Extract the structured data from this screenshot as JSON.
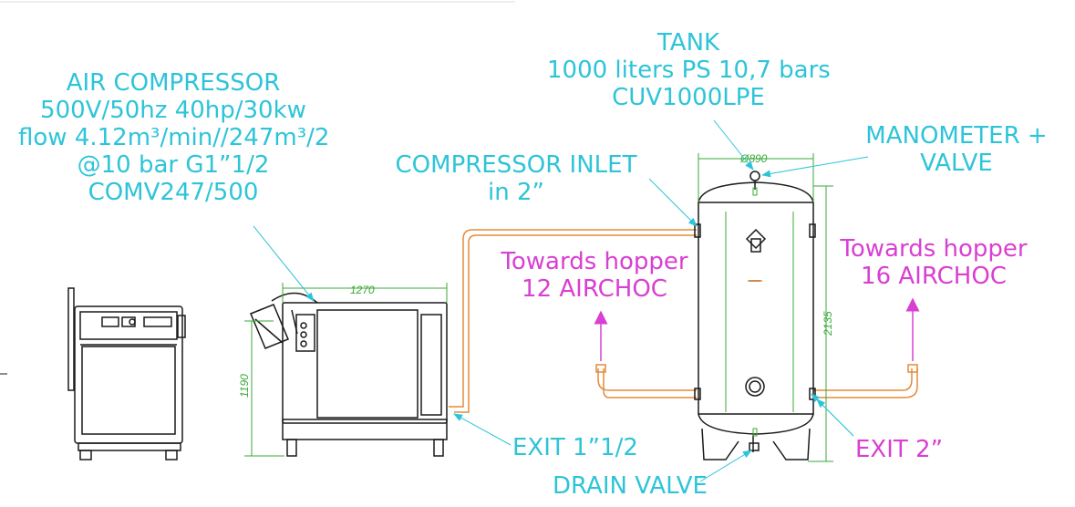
{
  "labels": {
    "compressor": {
      "line1": "AIR COMPRESSOR",
      "line2": "500V/50hz  40hp/30kw",
      "line3": "flow 4.12m³/min//247m³/2",
      "line4": "@10 bar G1”1/2",
      "line5": "COMV247/500"
    },
    "tank": {
      "line1": "TANK",
      "line2": "1000 liters PS 10,7 bars",
      "line3": "CUV1000LPE"
    },
    "inlet": {
      "line1": "COMPRESSOR INLET",
      "line2": "in 2”"
    },
    "manometer": {
      "line1": "MANOMETER +",
      "line2": "VALVE"
    },
    "hopper_left": {
      "line1": "Towards hopper",
      "line2": "12 AIRCHOC"
    },
    "hopper_right": {
      "line1": "Towards hopper",
      "line2": "16 AIRCHOC"
    },
    "exit_compressor": "EXIT 1”1/2",
    "exit_tank": "EXIT 2”",
    "drain": "DRAIN VALVE"
  },
  "dimensions": {
    "compressor_length": "1270",
    "compressor_height": "1190",
    "tank_diameter": "Ø890",
    "tank_height": "2135"
  },
  "colors": {
    "cyan_text": "#2ec4d8",
    "magenta_text": "#d93fd2",
    "pipe_orange": "#e58a3a",
    "dimension_green": "#3aa83a",
    "outline_black": "#1a1a1a",
    "arrow_cyan": "#2ec4d8"
  }
}
